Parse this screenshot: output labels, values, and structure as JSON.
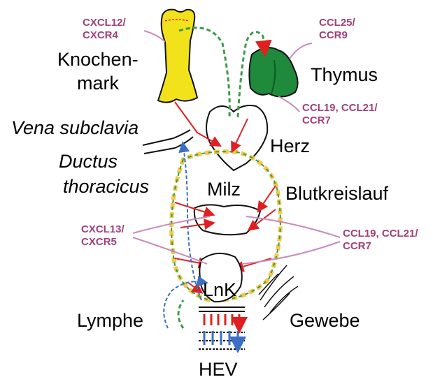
{
  "colors": {
    "bone_marrow": "#f2e21c",
    "thymus": "#1f8a3c",
    "chemokine_text": "#a0407a",
    "chemokine_line": "#c98bbd",
    "arrow_red": "#e02020",
    "arrow_blue": "#3a6fc4",
    "path_yellow": "#f2c94c",
    "path_green": "#3c9a4a",
    "outline": "#111111"
  },
  "labels": {
    "knochenmark_1": "Knochen-",
    "knochenmark_2": "mark",
    "thymus": "Thymus",
    "herz": "Herz",
    "vena_subclavia": "Vena subclavia",
    "ductus_1": "Ductus",
    "ductus_2": "thoracicus",
    "milz": "Milz",
    "blutkreislauf": "Blutkreislauf",
    "lnk": "LnK",
    "lymphe": "Lymphe",
    "gewebe": "Gewebe",
    "hev": "HEV"
  },
  "chemokines": {
    "bm_1": "CXCL12/",
    "bm_2": "CXCR4",
    "thymus_top_1": "CCL25/",
    "thymus_top_2": "CCR9",
    "thymus_bottom_1": "CCL19, CCL21/",
    "thymus_bottom_2": "CCR7",
    "spleen_left_1": "CXCL13/",
    "spleen_left_2": "CXCR5",
    "spleen_right_1": "CCL19, CCL21/",
    "spleen_right_2": "CCR7"
  },
  "icons": [
    "bone-icon",
    "thymus-icon",
    "heart-icon",
    "spleen-icon",
    "lymph-node-icon",
    "hev-vessel-icon"
  ]
}
